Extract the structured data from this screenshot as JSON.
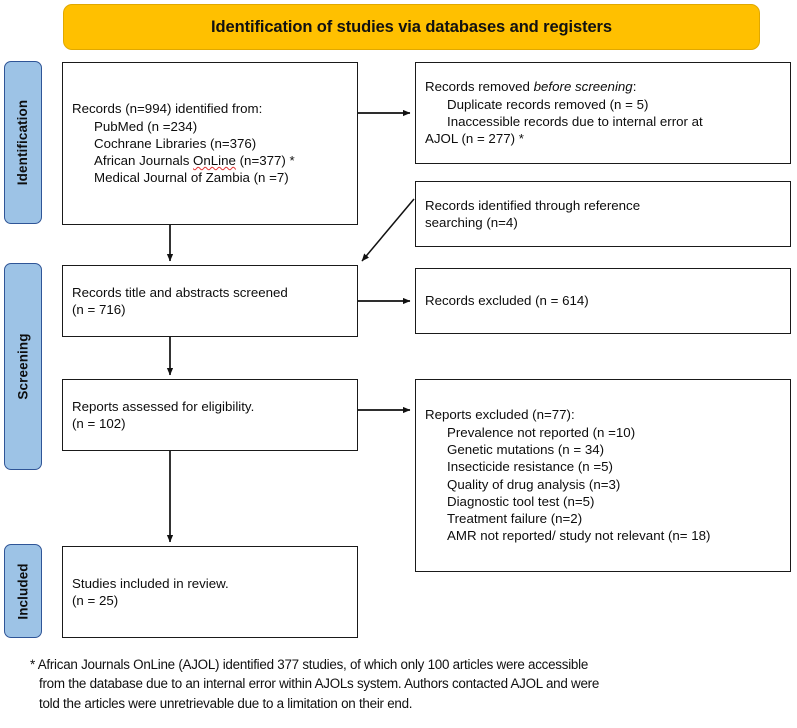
{
  "banner": {
    "title": "Identification of studies via databases and registers",
    "bg_color": "#FFC000"
  },
  "stages": {
    "accent_color": "#9DC3E6",
    "identification": "Identification",
    "screening": "Screening",
    "included": "Included"
  },
  "boxes": {
    "records_identified": {
      "line1": "Records (n=994) identified from:",
      "line2": "PubMed (n =234)",
      "line3": "Cochrane Libraries (n=376)",
      "line4_a": "African Journals ",
      "line4_b": "OnLine",
      "line4_c": " (n=377) *",
      "line5": "Medical Journal of Zambia (n =7)"
    },
    "records_removed": {
      "line1_a": "Records removed ",
      "line1_b": "before screening",
      "line1_c": ":",
      "line2": "Duplicate records removed (n = 5)",
      "line3": "Inaccessible records due to internal error at",
      "line4": "AJOL (n = 277) *"
    },
    "reference_searching": {
      "line1": "Records identified through reference",
      "line2": "searching (n=4)"
    },
    "screened": {
      "line1": "Records title and abstracts screened",
      "line2": "(n = 716)"
    },
    "records_excluded": {
      "line1": "Records excluded (n = 614)"
    },
    "eligibility": {
      "line1": "Reports assessed for eligibility.",
      "line2": "(n = 102)"
    },
    "reports_excluded": {
      "line1": "Reports excluded (n=77):",
      "line2": "Prevalence not reported (n =10)",
      "line3": "Genetic mutations (n = 34)",
      "line4": "Insecticide resistance (n =5)",
      "line5": "Quality of drug analysis (n=3)",
      "line6": "Diagnostic tool test (n=5)",
      "line7": "Treatment failure (n=2)",
      "line8": "AMR not reported/ study not relevant (n= 18)"
    },
    "included": {
      "line1": "Studies included in review.",
      "line2": "(n = 25)"
    }
  },
  "footnote": {
    "line1": "* African Journals OnLine (AJOL) identified 377 studies, of which only 100 articles were accessible",
    "line2": "from the database due to an internal error within AJOLs system. Authors contacted AJOL and were",
    "line3": "told the articles were unretrievable due to a limitation on their end."
  }
}
